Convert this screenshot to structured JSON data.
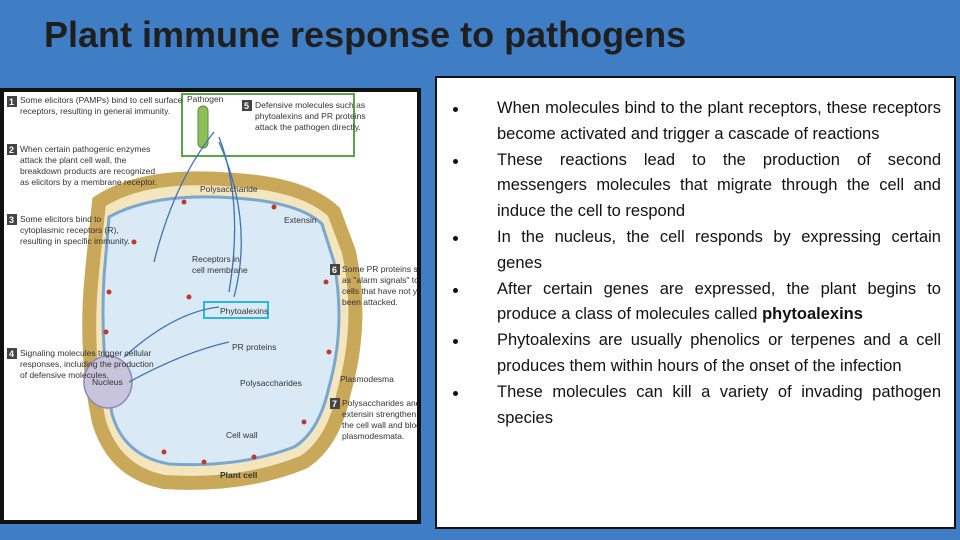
{
  "slide": {
    "title": "Plant immune response to pathogens"
  },
  "figure": {
    "steps": [
      {
        "num": "1",
        "text_lines": [
          "Some elicitors (PAMPs) bind to cell surface",
          "receptors, resulting in general immunity."
        ]
      },
      {
        "num": "2",
        "text_lines": [
          "When certain pathogenic enzymes",
          "attack the plant cell wall, the",
          "breakdown products are recognized",
          "as elicitors by a membrane receptor."
        ]
      },
      {
        "num": "3",
        "text_lines": [
          "Some elicitors bind to",
          "cytoplasmic receptors (R),",
          "resulting in specific immunity."
        ]
      },
      {
        "num": "4",
        "text_lines": [
          "Signaling molecules trigger cellular",
          "responses, including the production",
          "of defensive molecules."
        ]
      },
      {
        "num": "5",
        "text_lines": [
          "Defensive molecules such as",
          "phytoalexins and PR proteins",
          "attack the pathogen directly."
        ]
      },
      {
        "num": "6",
        "text_lines": [
          "Some PR proteins serve",
          "as \"alarm signals\" to",
          "cells that have not yet",
          "been attacked."
        ]
      },
      {
        "num": "7",
        "text_lines": [
          "Polysaccharides and",
          "extensin strengthen",
          "the cell wall and block",
          "plasmodesmata."
        ]
      }
    ],
    "labels": {
      "pathogen": "Pathogen",
      "polysaccharides_top": "Polysaccharide",
      "extensin": "Extensin",
      "receptors": [
        "Receptors in",
        "cell membrane"
      ],
      "phytoalexins": "Phytoalexins",
      "pr_proteins": "PR proteins",
      "nucleus": "Nucleus",
      "polysaccharides_bottom": "Polysaccharides",
      "plasmodesma": "Plasmodesma",
      "cell_wall": "Cell wall",
      "plant_cell": "Plant cell"
    }
  },
  "bullets": [
    {
      "text": "When molecules bind to the plant receptors, these receptors become activated and trigger a cascade of reactions"
    },
    {
      "text": "These reactions lead to the production of second messengers molecules that migrate through the cell and induce the cell to respond"
    },
    {
      "text": "In the nucleus, the cell responds by expressing certain genes"
    },
    {
      "text": "After certain genes are expressed, the plant begins to produce a class of molecules called ",
      "bold": "phytoalexins"
    },
    {
      "text": "Phytoalexins are usually phenolics or terpenes and a cell produces them within hours of the onset of the infection"
    },
    {
      "text": "These molecules can kill a variety of invading pathogen species"
    }
  ]
}
